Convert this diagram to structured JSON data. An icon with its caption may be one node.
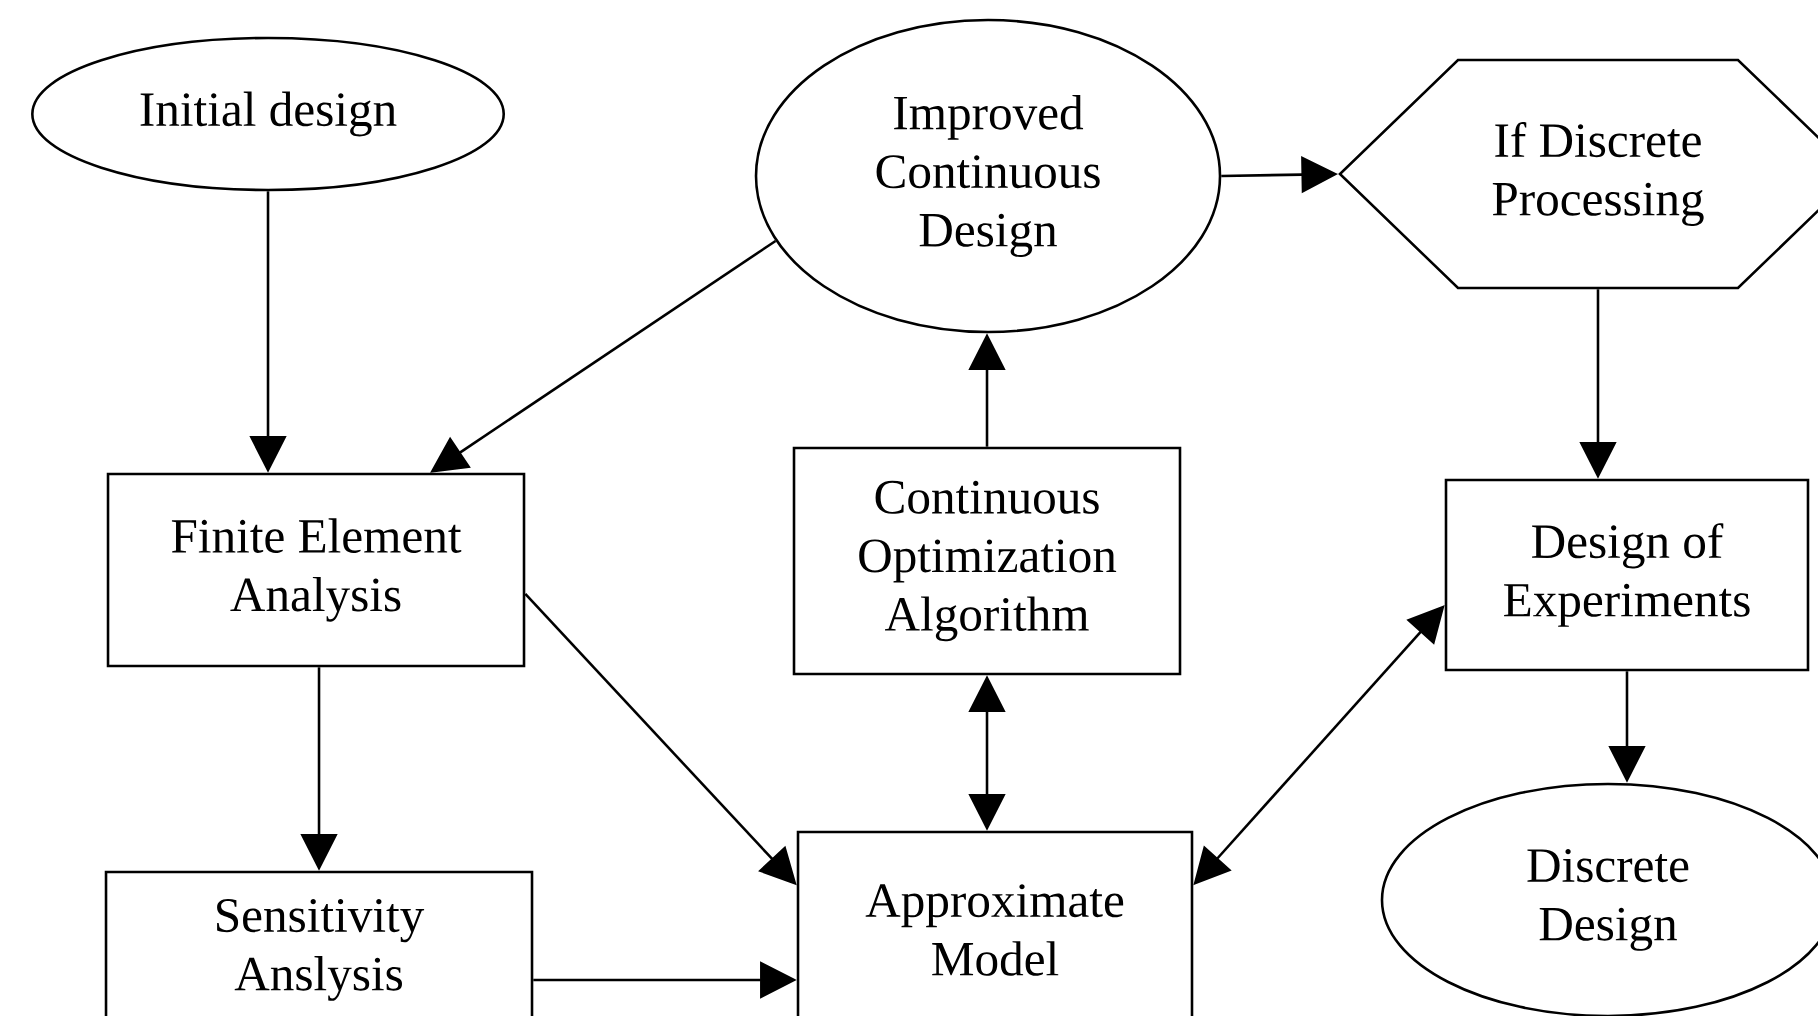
{
  "diagram": {
    "nodes": [
      {
        "text": [
          "Initial design"
        ]
      },
      {
        "text": [
          "Improved Continuous Design"
        ]
      },
      {
        "text": [
          "If Discrete Processing"
        ]
      },
      {
        "text": [
          "Finite Element Analysis"
        ]
      },
      {
        "text": [
          "Continuous Optimization Algorithm"
        ]
      },
      {
        "text": [
          "Design of Experiments"
        ]
      },
      {
        "text": [
          "Sensitivity Anslysis"
        ]
      },
      {
        "text": [
          "Approximate Model"
        ]
      },
      {
        "text": [
          "Discrete Design"
        ]
      }
    ],
    "edges": [
      {
        "from": 0,
        "to": 3,
        "arrow": "to"
      },
      {
        "from": 1,
        "to": 3,
        "arrow": "to"
      },
      {
        "from": 1,
        "to": 2,
        "arrow": "to"
      },
      {
        "from": 4,
        "to": 1,
        "arrow": "to"
      },
      {
        "from": 2,
        "to": 5,
        "arrow": "to"
      },
      {
        "from": 3,
        "to": 6,
        "arrow": "to"
      },
      {
        "from": 3,
        "to": 7,
        "arrow": "to"
      },
      {
        "from": 4,
        "to": 7,
        "arrow": "both"
      },
      {
        "from": 5,
        "to": 7,
        "arrow": "both"
      },
      {
        "from": 6,
        "to": 7,
        "arrow": "to"
      },
      {
        "from": 5,
        "to": 8,
        "arrow": "to"
      }
    ]
  }
}
